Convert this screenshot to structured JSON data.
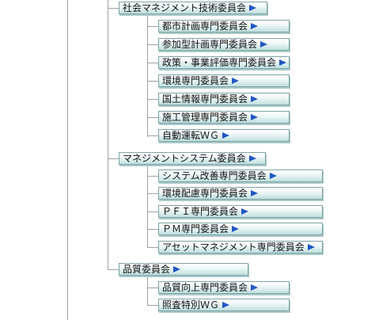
{
  "groups": [
    {
      "label": "社会マネジメント技術委員会",
      "items": [
        {
          "label": "都市計画専門委員会"
        },
        {
          "label": "参加型計画専門委員会"
        },
        {
          "label": "政策・事業評価専門委員会"
        },
        {
          "label": "環境専門委員会"
        },
        {
          "label": "国土情報専門委員会"
        },
        {
          "label": "施工管理専門委員会"
        },
        {
          "label": "自動運転ＷＧ"
        }
      ]
    },
    {
      "label": "マネジメントシステム委員会",
      "items": [
        {
          "label": "システム改善専門委員会"
        },
        {
          "label": "環境配慮専門委員会"
        },
        {
          "label": "ＰＦＩ専門委員会"
        },
        {
          "label": "ＰＭ専門委員会"
        },
        {
          "label": "アセットマネジメント専門委員会"
        }
      ]
    },
    {
      "label": "品質委員会",
      "items": [
        {
          "label": "品質向上専門委員会"
        },
        {
          "label": "照査特別ＷＧ"
        }
      ]
    }
  ],
  "colors": {
    "arrow": "#2156c4",
    "button_edge": "#7fa3a5"
  }
}
